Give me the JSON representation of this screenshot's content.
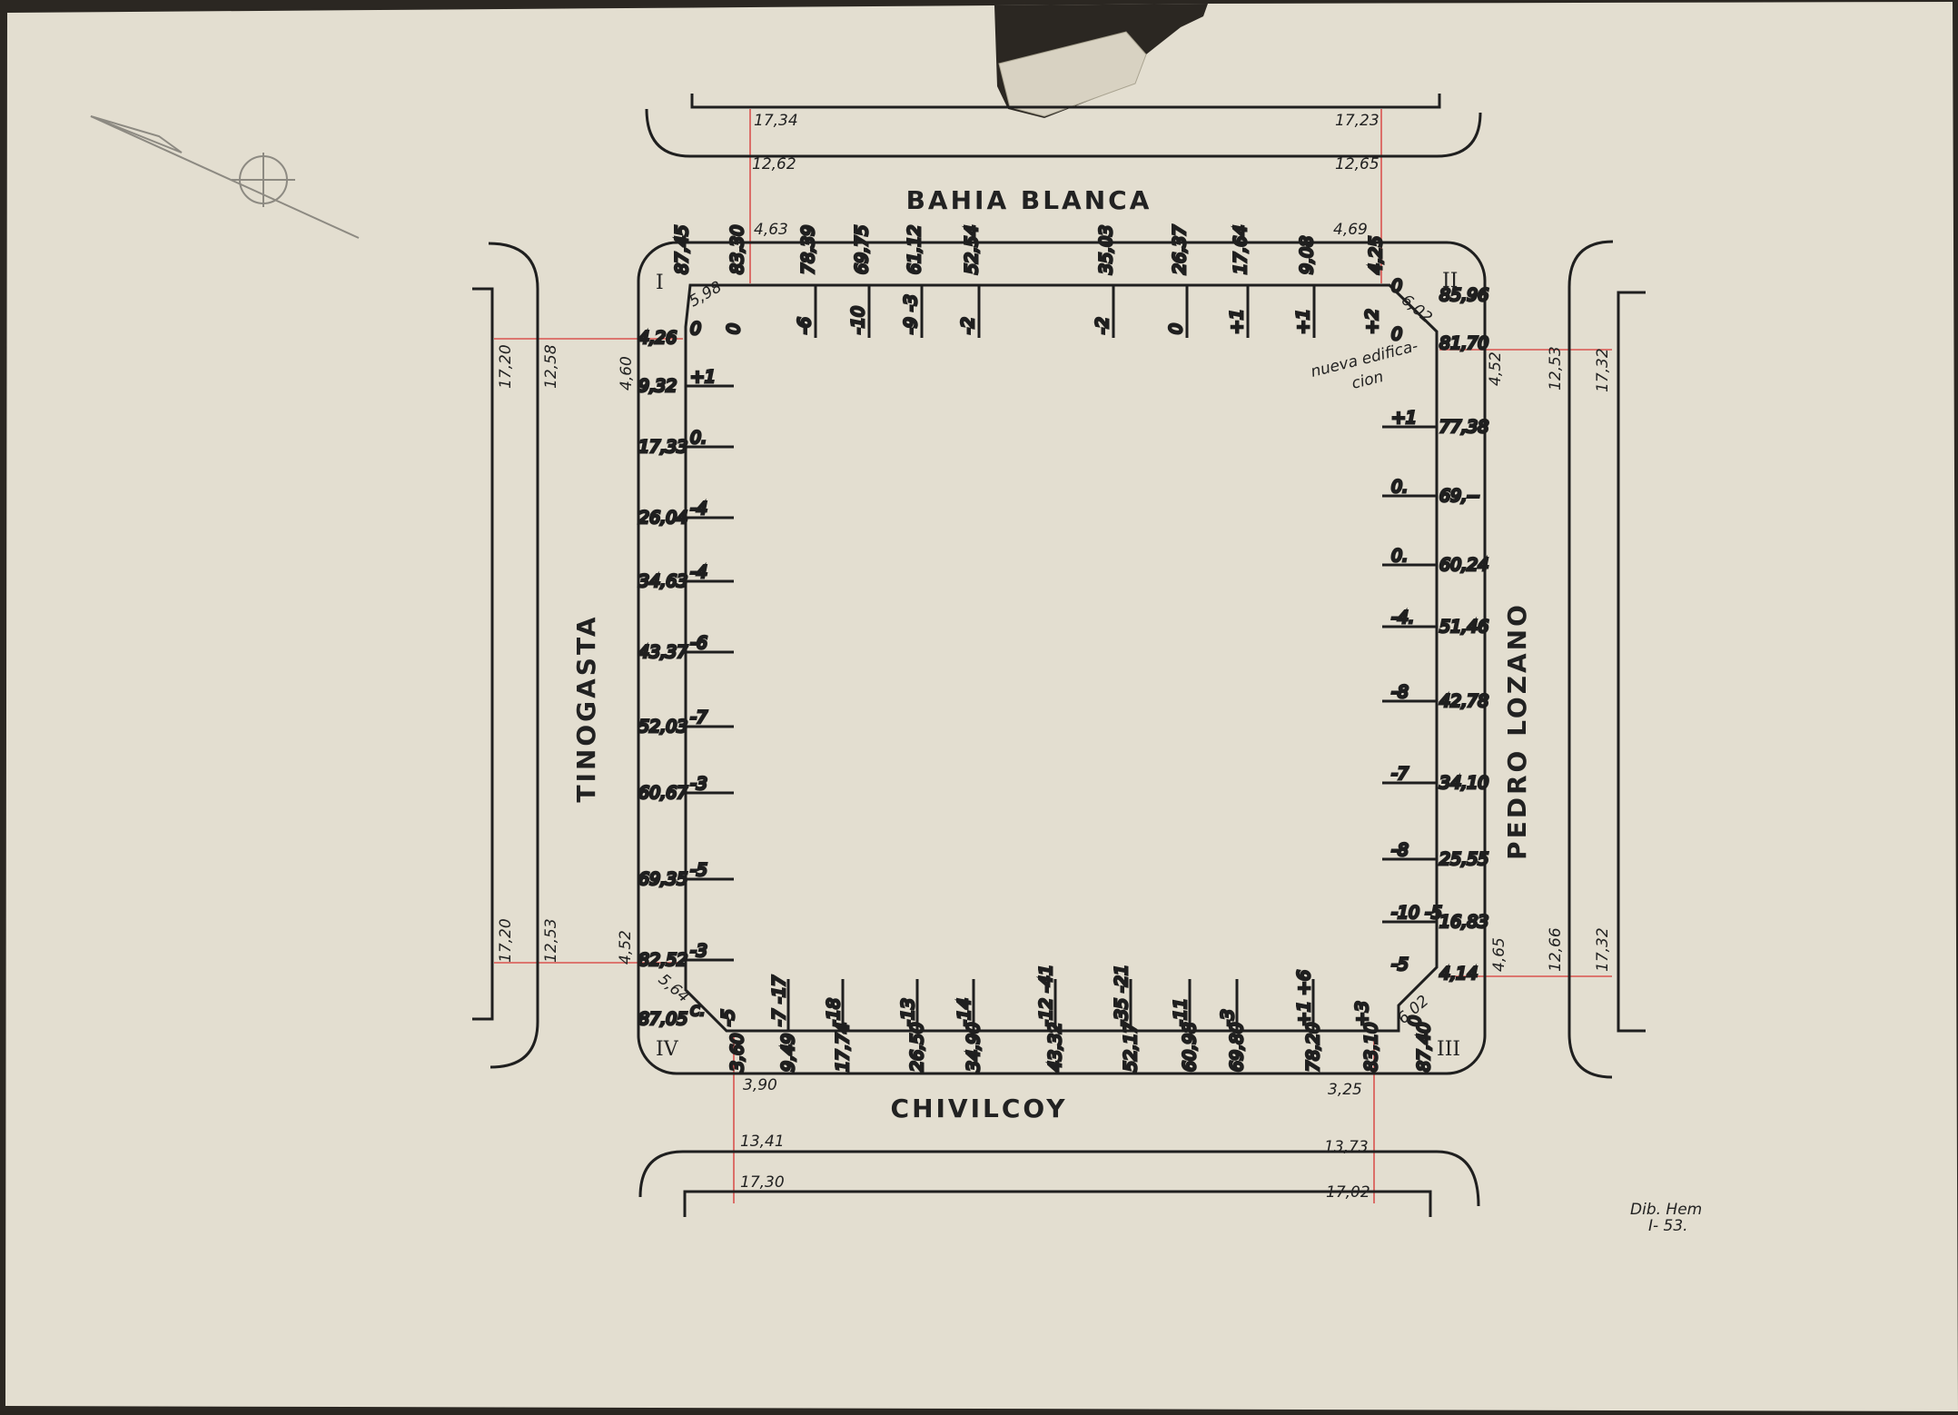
{
  "colors": {
    "paper": "#e4dfd0",
    "ink": "#1f1f1f",
    "red_lines": "#d9534f"
  },
  "streets": {
    "north": "BAHIA BLANCA",
    "south": "CHIVILCOY",
    "west": "TINOGASTA",
    "east": "PEDRO LOZANO"
  },
  "corners": {
    "nw": "I",
    "ne": "II",
    "se": "III",
    "sw": "IV"
  },
  "note": [
    "nueva edifica-",
    "cion"
  ],
  "signature": [
    "Dib. Hem",
    "I- 53."
  ],
  "north": {
    "widths_left": [
      "17,34",
      "12,62",
      "4,63"
    ],
    "widths_right": [
      "17,23",
      "12,65",
      "4,69"
    ],
    "chamfer": "5,98",
    "ticks": [
      {
        "dist": "87,45",
        "level": ""
      },
      {
        "dist": "83,30",
        "level": "0"
      },
      {
        "dist": "78,39",
        "level": "-6"
      },
      {
        "dist": "69,75",
        "level": "-10"
      },
      {
        "dist": "61,12",
        "level": "-9 -3"
      },
      {
        "dist": "52,54",
        "level": "-2"
      },
      {
        "dist": "35,03",
        "level": "-2"
      },
      {
        "dist": "26,37",
        "level": "0"
      },
      {
        "dist": "17,64",
        "level": "+1"
      },
      {
        "dist": "9,08",
        "level": "+1"
      },
      {
        "dist": "4,25",
        "level": "+2"
      }
    ]
  },
  "west": {
    "widths_top": [
      "17,20",
      "12,58",
      "4,60"
    ],
    "widths_bottom": [
      "17,20",
      "12,53",
      "4,52"
    ],
    "chamfer": "5,64",
    "ticks": [
      {
        "dist": "4,26",
        "level": "0"
      },
      {
        "dist": "9,32",
        "level": "+1"
      },
      {
        "dist": "17,33",
        "level": "0."
      },
      {
        "dist": "26,04",
        "level": "-4"
      },
      {
        "dist": "34,63",
        "level": "-4"
      },
      {
        "dist": "43,37",
        "level": "-6"
      },
      {
        "dist": "52,03",
        "level": "-7"
      },
      {
        "dist": "60,67",
        "level": "-3"
      },
      {
        "dist": "69,35",
        "level": "-5"
      },
      {
        "dist": "82,52",
        "level": "-3"
      },
      {
        "dist": "87,05",
        "level": "c."
      }
    ]
  },
  "east": {
    "widths_top": [
      "4,52",
      "12,53",
      "17,32"
    ],
    "widths_bottom": [
      "4,65",
      "12,66",
      "17,32"
    ],
    "chamfer_top": "6,02",
    "chamfer_bottom": "6,02",
    "ticks": [
      {
        "dist": "85,96",
        "level": "0"
      },
      {
        "dist": "81,70",
        "level": "0"
      },
      {
        "dist": "77,38",
        "level": "+1"
      },
      {
        "dist": "69,--",
        "level": "0."
      },
      {
        "dist": "60,24",
        "level": "0."
      },
      {
        "dist": "51,46",
        "level": "-4."
      },
      {
        "dist": "42,78",
        "level": "-8"
      },
      {
        "dist": "34,10",
        "level": "-7"
      },
      {
        "dist": "25,55",
        "level": "-8"
      },
      {
        "dist": "16,83",
        "level": "-10 -5"
      },
      {
        "dist": "4,14",
        "level": "-5"
      }
    ]
  },
  "south": {
    "widths_left": [
      "3,90",
      "13,41",
      "17,30"
    ],
    "widths_right": [
      "3,25",
      "13,73",
      "17,02"
    ],
    "ticks": [
      {
        "dist": "3,60",
        "level": "-5"
      },
      {
        "dist": "9,49",
        "level": "-7 -17"
      },
      {
        "dist": "17,74",
        "level": "-18"
      },
      {
        "dist": "26,50",
        "level": "-13"
      },
      {
        "dist": "34,90",
        "level": "-14"
      },
      {
        "dist": "43,32",
        "level": "-12 -41"
      },
      {
        "dist": "52,17",
        "level": "-35 -21"
      },
      {
        "dist": "60,98",
        "level": "-11"
      },
      {
        "dist": "69,80",
        "level": "-3"
      },
      {
        "dist": "78,20",
        "level": "+1 +6"
      },
      {
        "dist": "83,10",
        "level": "+3"
      },
      {
        "dist": "87,40",
        "level": "0"
      }
    ]
  }
}
